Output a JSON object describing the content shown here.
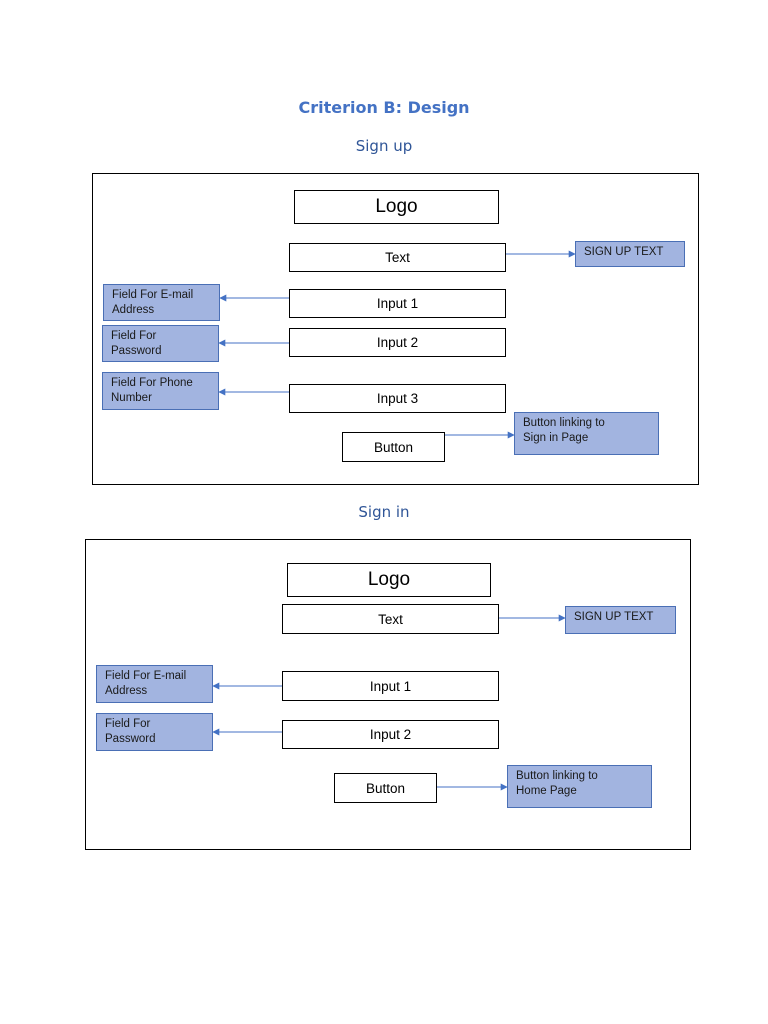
{
  "heading": "Criterion B: Design",
  "signup": {
    "section_title": "Sign up",
    "logo": "Logo",
    "text": "Text",
    "input1": "Input 1",
    "input2": "Input 2",
    "input3": "Input 3",
    "button": "Button",
    "note_signup_text": "SIGN UP TEXT",
    "note_email_line1": "Field For E-mail",
    "note_email_line2": "Address",
    "note_password": "Field For Password",
    "note_phone_line1": "Field For Phone",
    "note_phone_line2": "Number",
    "note_button_line1": "Button linking to",
    "note_button_line2": "Sign in Page"
  },
  "signin": {
    "section_title": "Sign in",
    "logo": "Logo",
    "text": "Text",
    "input1": "Input 1",
    "input2": "Input 2",
    "button": "Button",
    "note_signup_text": "SIGN UP TEXT",
    "note_email_line1": "Field For E-mail",
    "note_email_line2": "Address",
    "note_password": "Field For Password",
    "note_button_line1": "Button linking to",
    "note_button_line2": "Home Page"
  },
  "colors": {
    "heading": "#4472c4",
    "note_fill": "#a2b4e0",
    "arrow": "#4472c4"
  }
}
